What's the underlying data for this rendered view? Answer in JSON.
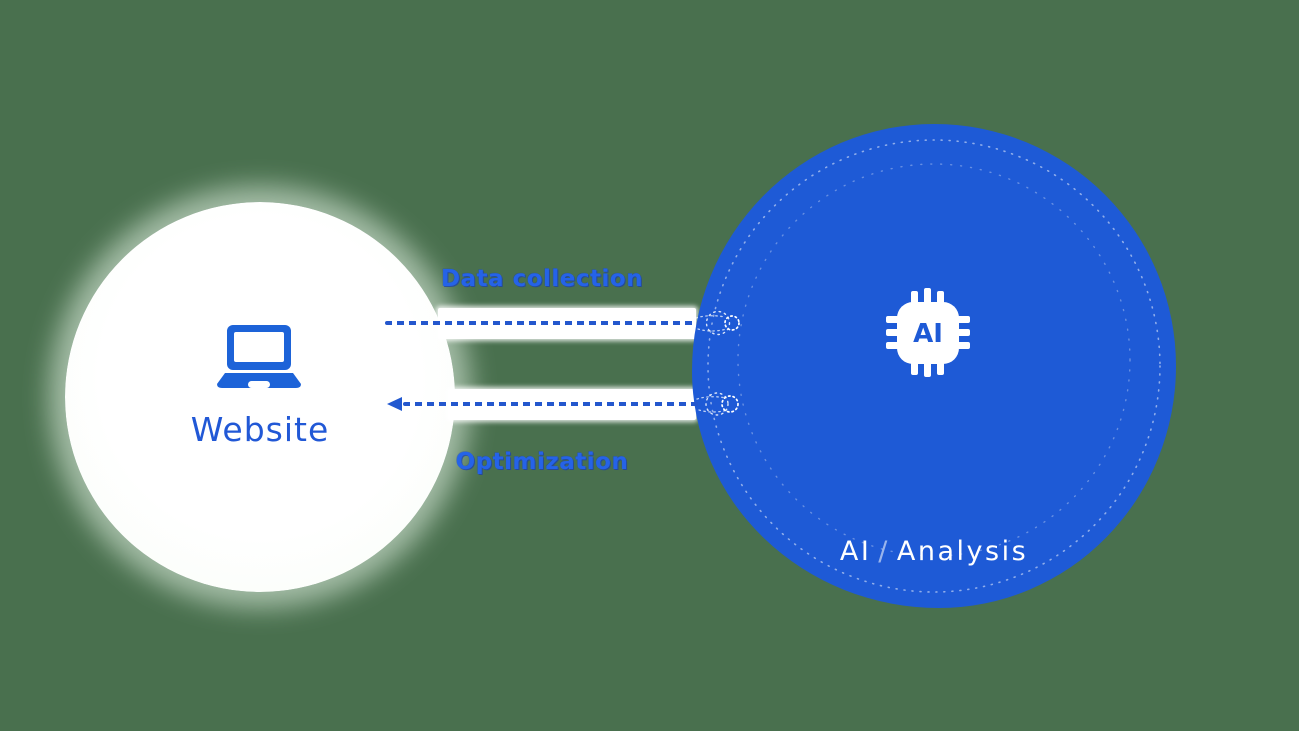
{
  "background_color": "#49704e",
  "accent_blue": "#2158d0",
  "nodes": {
    "website": {
      "label": "Website",
      "icon": "laptop-icon",
      "fill": "#fdfffd",
      "label_color": "#2158d6"
    },
    "ai": {
      "label_left": "AI",
      "label_separator": "/",
      "label_right": "Analysis",
      "chip_label": "AI",
      "fill": "#1e5ad6",
      "label_color": "#ffffff"
    }
  },
  "flows": {
    "data_collection": {
      "label": "Data collection",
      "direction": "website-to-ai"
    },
    "optimization": {
      "label": "Optimization",
      "direction": "ai-to-website"
    }
  }
}
